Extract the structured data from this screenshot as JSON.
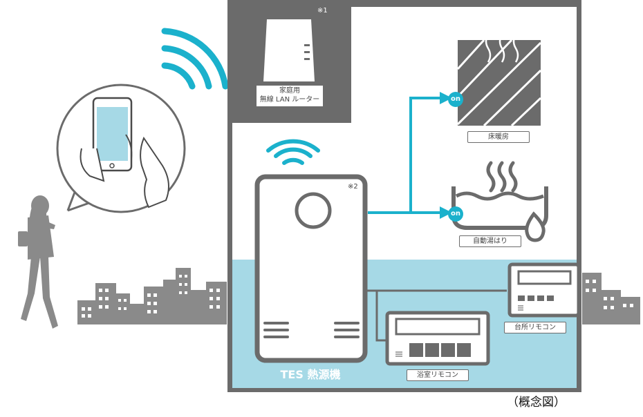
{
  "router": {
    "label_line1": "家庭用",
    "label_line2": "無線 LAN ルーター",
    "note": "※1"
  },
  "heat_source": {
    "label": "TES 熱源機",
    "note": "※2"
  },
  "floor_heating": {
    "label": "床暖房",
    "state": "on"
  },
  "auto_bath": {
    "label": "自動湯はり",
    "state": "on"
  },
  "kitchen_remote": {
    "label": "台所リモコン"
  },
  "bath_remote": {
    "label": "浴室リモコン"
  },
  "caption": "（概念図）",
  "colors": {
    "accent": "#1bb1cc",
    "panel": "#6b6b6b",
    "water": "#a6d9e6",
    "city": "#8a8a8a"
  },
  "icons": [
    "wifi-icon",
    "smartphone-icon",
    "person-icon",
    "city-icon",
    "steam-icon",
    "water-drop-icon",
    "bathtub-icon",
    "floor-heating-icon"
  ]
}
